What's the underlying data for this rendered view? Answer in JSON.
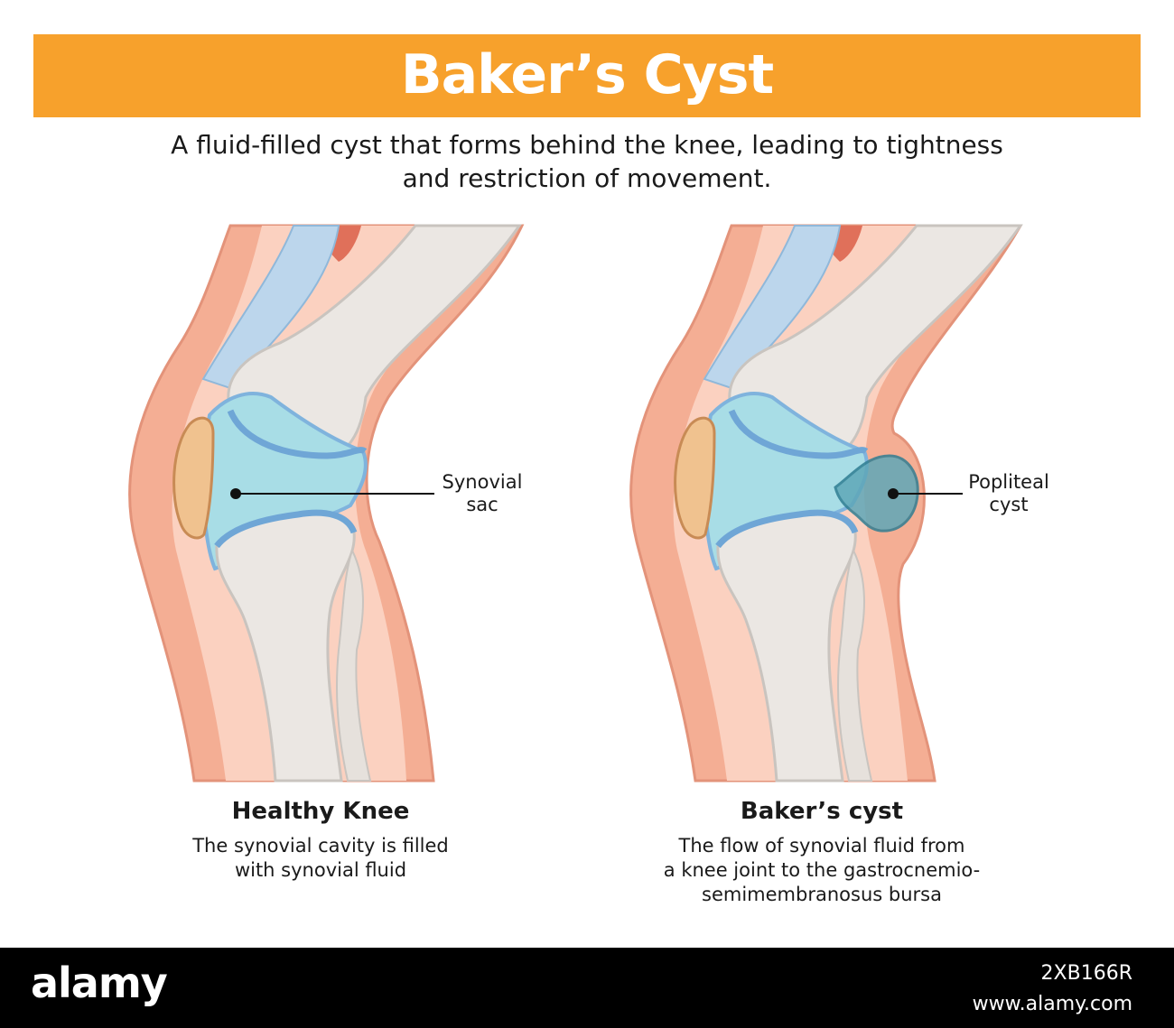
{
  "header": {
    "title": "Baker’s Cyst",
    "subtitle_line1": "A fluid-filled cyst that forms behind the knee, leading to tightness",
    "subtitle_line2": "and restriction of movement."
  },
  "left_panel": {
    "callout_line1": "Synovial",
    "callout_line2": "sac",
    "title": "Healthy Knee",
    "desc_line1": "The synovial cavity is filled",
    "desc_line2": "with synovial fluid"
  },
  "right_panel": {
    "callout_line1": "Popliteal",
    "callout_line2": "cyst",
    "title": "Baker’s cyst",
    "desc_line1": "The flow of synovial fluid from",
    "desc_line2": "a knee joint to the gastrocnemio-",
    "desc_line3": "semimembranosus bursa"
  },
  "footer": {
    "logo": "alamy",
    "image_id": "2XB166R",
    "site": "www.alamy.com"
  },
  "colors": {
    "banner": "#f7a12c",
    "skin": "#f6b69c",
    "bone": "#ebe7e3",
    "synovial": "#a8dde6",
    "cartilage": "#7fb3dd",
    "patella": "#f0c28f"
  }
}
